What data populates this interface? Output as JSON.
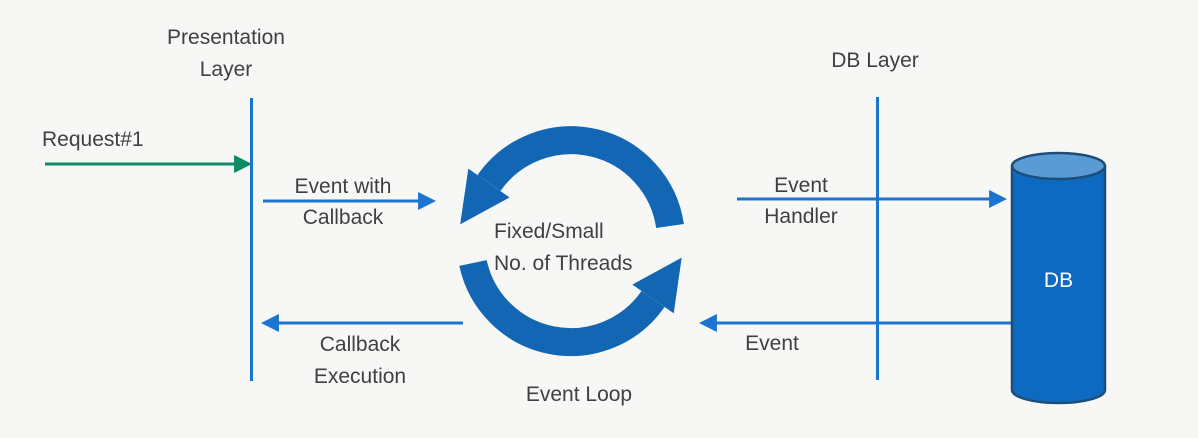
{
  "diagram_type": "event-loop-architecture-flow-diagram",
  "colors": {
    "background": "#f7f7f5",
    "text": "#3e4144",
    "line_blue": "#1b74cf",
    "loop_blue": "#1266b4",
    "green": "#0d8b66",
    "cylinder_body": "#0e6ac1",
    "cylinder_top": "#5b9bd5",
    "cylinder_outline": "#1d4e79",
    "db_text": "#ffffff"
  },
  "labels": {
    "presentation_layer": [
      "Presentation",
      "Layer"
    ],
    "request": "Request#1",
    "event_with_callback": [
      "Event with",
      "Callback"
    ],
    "loop_center": [
      "Fixed/Small",
      "No. of Threads"
    ],
    "event_loop": "Event Loop",
    "event_handler": [
      "Event",
      "Handler"
    ],
    "db_layer": "DB Layer",
    "db": "DB",
    "event": "Event",
    "callback_execution": [
      "Callback",
      "Execution"
    ]
  },
  "arrows": [
    {
      "label": "Request#1",
      "direction": "right",
      "color": "#0d8b66"
    },
    {
      "label": "Event with Callback",
      "direction": "right",
      "color": "#1b74cf"
    },
    {
      "label": "Event Handler",
      "direction": "right",
      "color": "#1b74cf"
    },
    {
      "label": "Event",
      "direction": "left",
      "color": "#1b74cf"
    },
    {
      "label": "Callback Execution",
      "direction": "left",
      "color": "#1b74cf"
    }
  ],
  "loop": {
    "rotation": "counterclockwise",
    "center_text": "Fixed/Small No. of Threads",
    "caption": "Event Loop"
  }
}
